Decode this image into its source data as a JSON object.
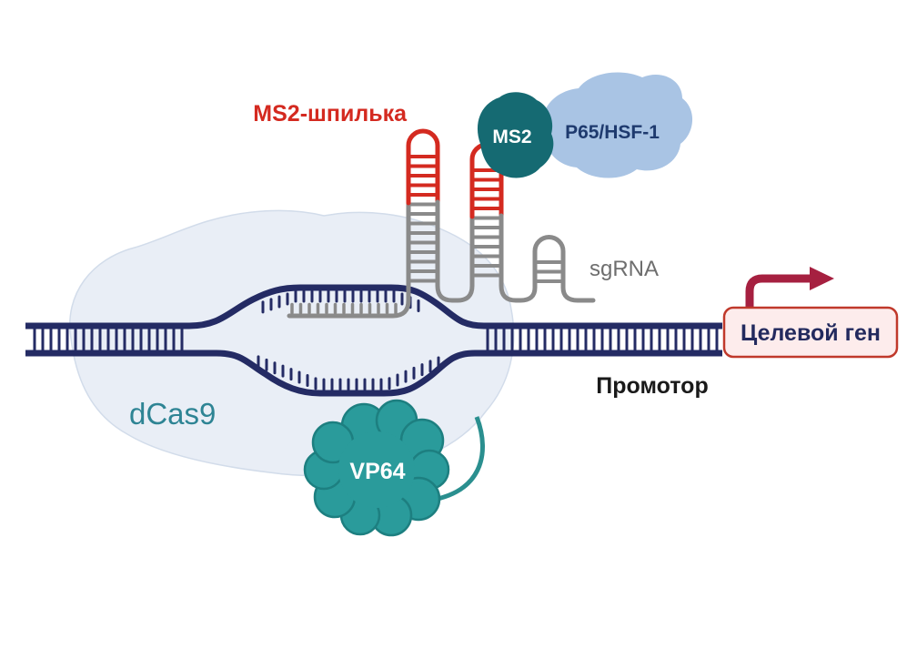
{
  "labels": {
    "ms2_hairpin": "MS2-шпилька",
    "ms2": "MS2",
    "p65_hsf1": "P65/HSF-1",
    "sgrna": "sgRNA",
    "dcas9": "dCas9",
    "vp64": "VP64",
    "promoter": "Промотор",
    "target_gene": "Целевой ген"
  },
  "colors": {
    "dna_strand": "#242b64",
    "dna_rung": "#242b64",
    "sgrna_gray": "#8a8a8a",
    "sgrna_text": "#6e6e6e",
    "hairpin_red": "#d42a20",
    "label_red": "#d42a20",
    "ms2_blob": "#156a72",
    "p65_blob": "#a9c4e4",
    "p65_text": "#1e3a6e",
    "dcas9_blob": "#e9eef6",
    "dcas9_edge": "#d2dcea",
    "dcas9_text": "#2e8494",
    "vp64_blob": "#2a9b9b",
    "vp64_edge": "#1d7f80",
    "vp64_tether": "#2a8f8f",
    "arrow": "#a62040",
    "gene_box_fill": "#fdecec",
    "gene_box_border": "#c0392b",
    "gene_text": "#232a5e",
    "promoter_text": "#1a1a1a",
    "white_text": "#ffffff"
  }
}
